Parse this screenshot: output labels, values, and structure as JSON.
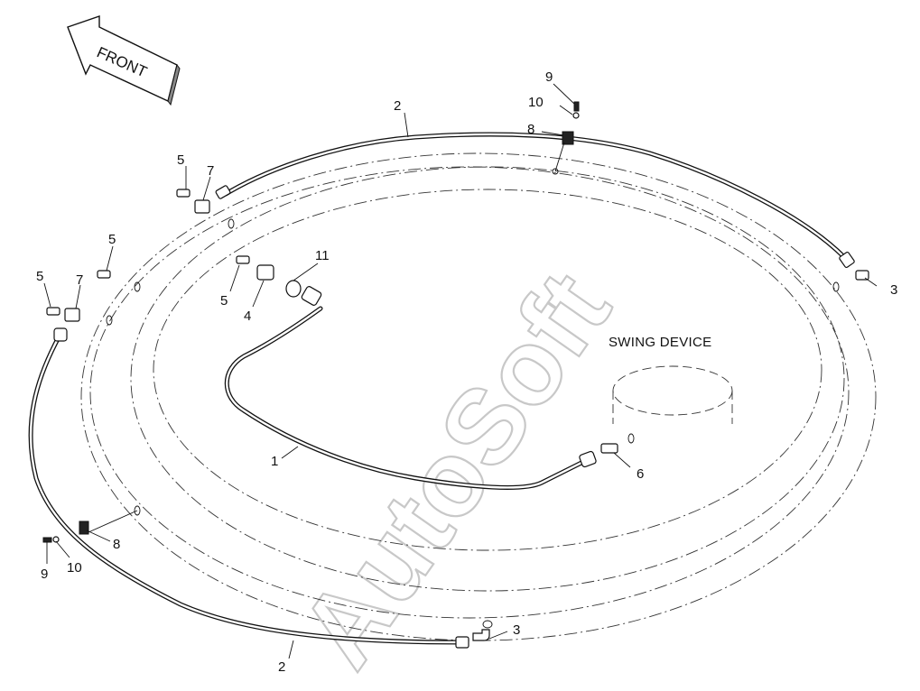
{
  "diagram": {
    "front_label": "FRONT",
    "swing_device_label": "SWING DEVICE",
    "watermark": "AutoSoft",
    "callouts": {
      "c1": "1",
      "c2_top": "2",
      "c2_bottom": "2",
      "c3_right": "3",
      "c3_bottom": "3",
      "c4": "4",
      "c5_a": "5",
      "c5_b": "5",
      "c5_c": "5",
      "c5_d": "5",
      "c6": "6",
      "c7_a": "7",
      "c7_b": "7",
      "c8_top": "8",
      "c8_bottom": "8",
      "c9_top": "9",
      "c9_bottom": "9",
      "c10_top": "10",
      "c10_bottom": "10",
      "c11": "11"
    }
  }
}
